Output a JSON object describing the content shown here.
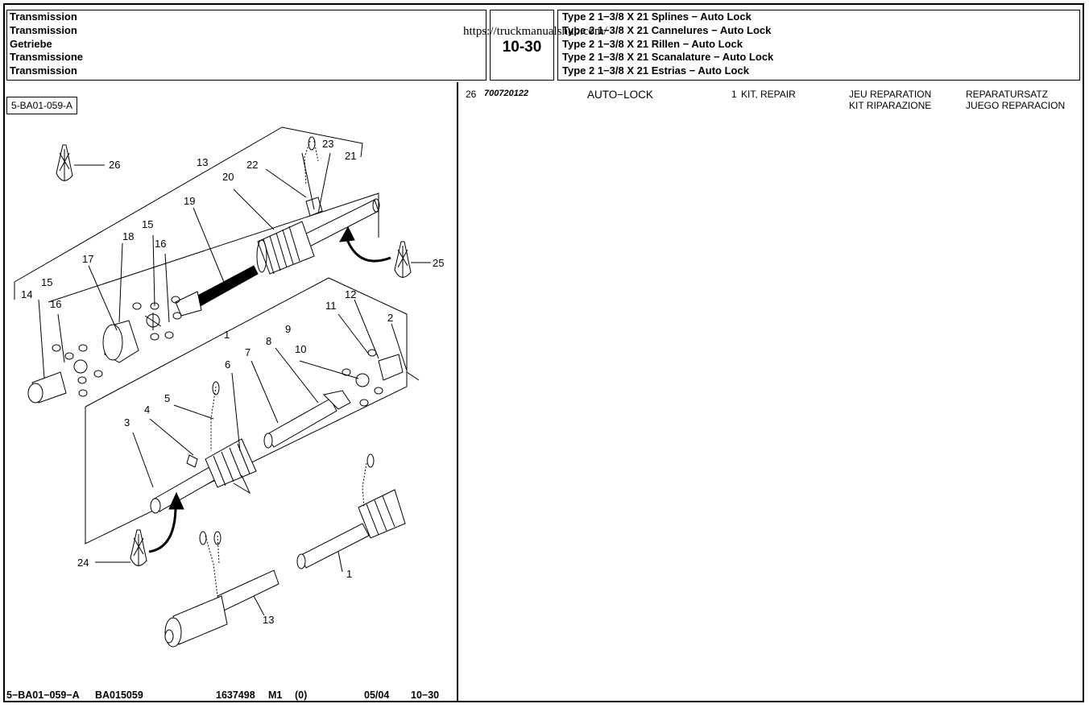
{
  "header": {
    "title_lines": [
      "Transmission",
      "Transmission",
      "Getriebe",
      "Transmissione",
      "Transmission"
    ],
    "page_number": "10-30",
    "desc_lines": [
      "Type 2  1−3/8 X 21 Splines − Auto Lock",
      "Type 2  1−3/8 X 21 Cannelures − Auto Lock",
      "Type 2  1−3/8 X 21 Rillen − Auto Lock",
      "Type 2  1−3/8 X 21 Scanalature − Auto Lock",
      "Type 2  1−3/8 X 21 Estrias − Auto Lock"
    ],
    "watermark_url": "https://truckmanualshub.com/"
  },
  "figure": {
    "ref_label": "5-BA01-059-A",
    "callouts": [
      "26",
      "13",
      "23",
      "22",
      "21",
      "20",
      "19",
      "25",
      "18",
      "15",
      "16",
      "17",
      "14",
      "15",
      "16",
      "1",
      "12",
      "11",
      "2",
      "9",
      "8",
      "10",
      "7",
      "6",
      "5",
      "4",
      "3",
      "24",
      "1",
      "13"
    ]
  },
  "parts": [
    {
      "ref": "26",
      "part_no": "700720122",
      "note": "AUTO−LOCK",
      "qty": "1",
      "desc_en": "KIT, REPAIR",
      "desc_fr": "JEU REPARATION",
      "desc_it": "KIT RIPARAZIONE",
      "desc_de": "REPARATURSATZ",
      "desc_es": "JUEGO REPARACION"
    }
  ],
  "footer": {
    "doc_code": "5−BA01−059−A",
    "illus": "BA015059",
    "manual": "1637498",
    "rev": "M1",
    "paren": "(0)",
    "date": "05/04",
    "page": "10−30"
  }
}
